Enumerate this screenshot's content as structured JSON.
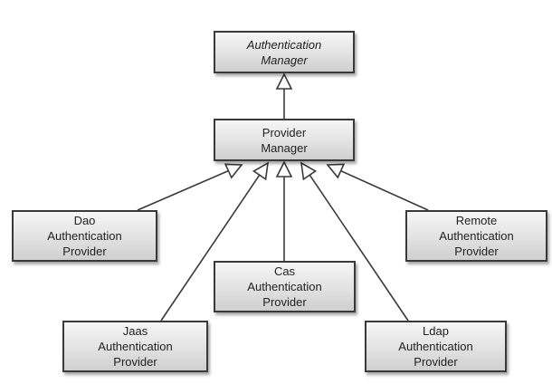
{
  "nodes": {
    "authentication_manager": {
      "line1": "Authentication",
      "line2": "Manager",
      "abstract": true
    },
    "provider_manager": {
      "line1": "Provider",
      "line2": "Manager"
    },
    "dao": {
      "line1": "Dao",
      "line2": "Authentication",
      "line3": "Provider"
    },
    "remote": {
      "line1": "Remote",
      "line2": "Authentication",
      "line3": "Provider"
    },
    "cas": {
      "line1": "Cas",
      "line2": "Authentication",
      "line3": "Provider"
    },
    "jaas": {
      "line1": "Jaas",
      "line2": "Authentication",
      "line3": "Provider"
    },
    "ldap": {
      "line1": "Ldap",
      "line2": "Authentication",
      "line3": "Provider"
    }
  },
  "relations": [
    {
      "from": "provider_manager",
      "to": "authentication_manager",
      "type": "generalization"
    },
    {
      "from": "dao",
      "to": "provider_manager",
      "type": "generalization"
    },
    {
      "from": "jaas",
      "to": "provider_manager",
      "type": "generalization"
    },
    {
      "from": "cas",
      "to": "provider_manager",
      "type": "generalization"
    },
    {
      "from": "ldap",
      "to": "provider_manager",
      "type": "generalization"
    },
    {
      "from": "remote",
      "to": "provider_manager",
      "type": "generalization"
    }
  ],
  "colors": {
    "border": "#3a3a3a",
    "line": "#3a3a3a",
    "text": "#222222",
    "fill_top": "#f6f6f6",
    "fill_bottom": "#cfcfcf"
  }
}
